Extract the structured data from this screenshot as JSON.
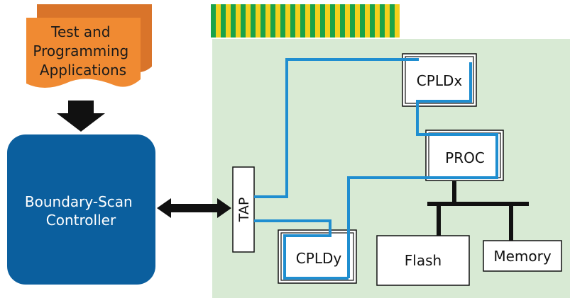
{
  "applications": {
    "lines": [
      "Test and",
      "Programming",
      "Applications"
    ]
  },
  "controller": {
    "lines": [
      "Boundary-Scan",
      "Controller"
    ]
  },
  "board": {
    "tap_label": "TAP",
    "cpldx_label": "CPLDx",
    "proc_label": "PROC",
    "cpldy_label": "CPLDy",
    "flash_label": "Flash",
    "memory_label": "Memory"
  },
  "colors": {
    "board_bg": "#d8ead4",
    "chain": "#1f8ed0",
    "controller": "#0b5f9e",
    "doc_front": "#f08a32",
    "doc_back": "#d9742a",
    "connector_green": "#1aa34a",
    "connector_yellow": "#f2d01c"
  }
}
